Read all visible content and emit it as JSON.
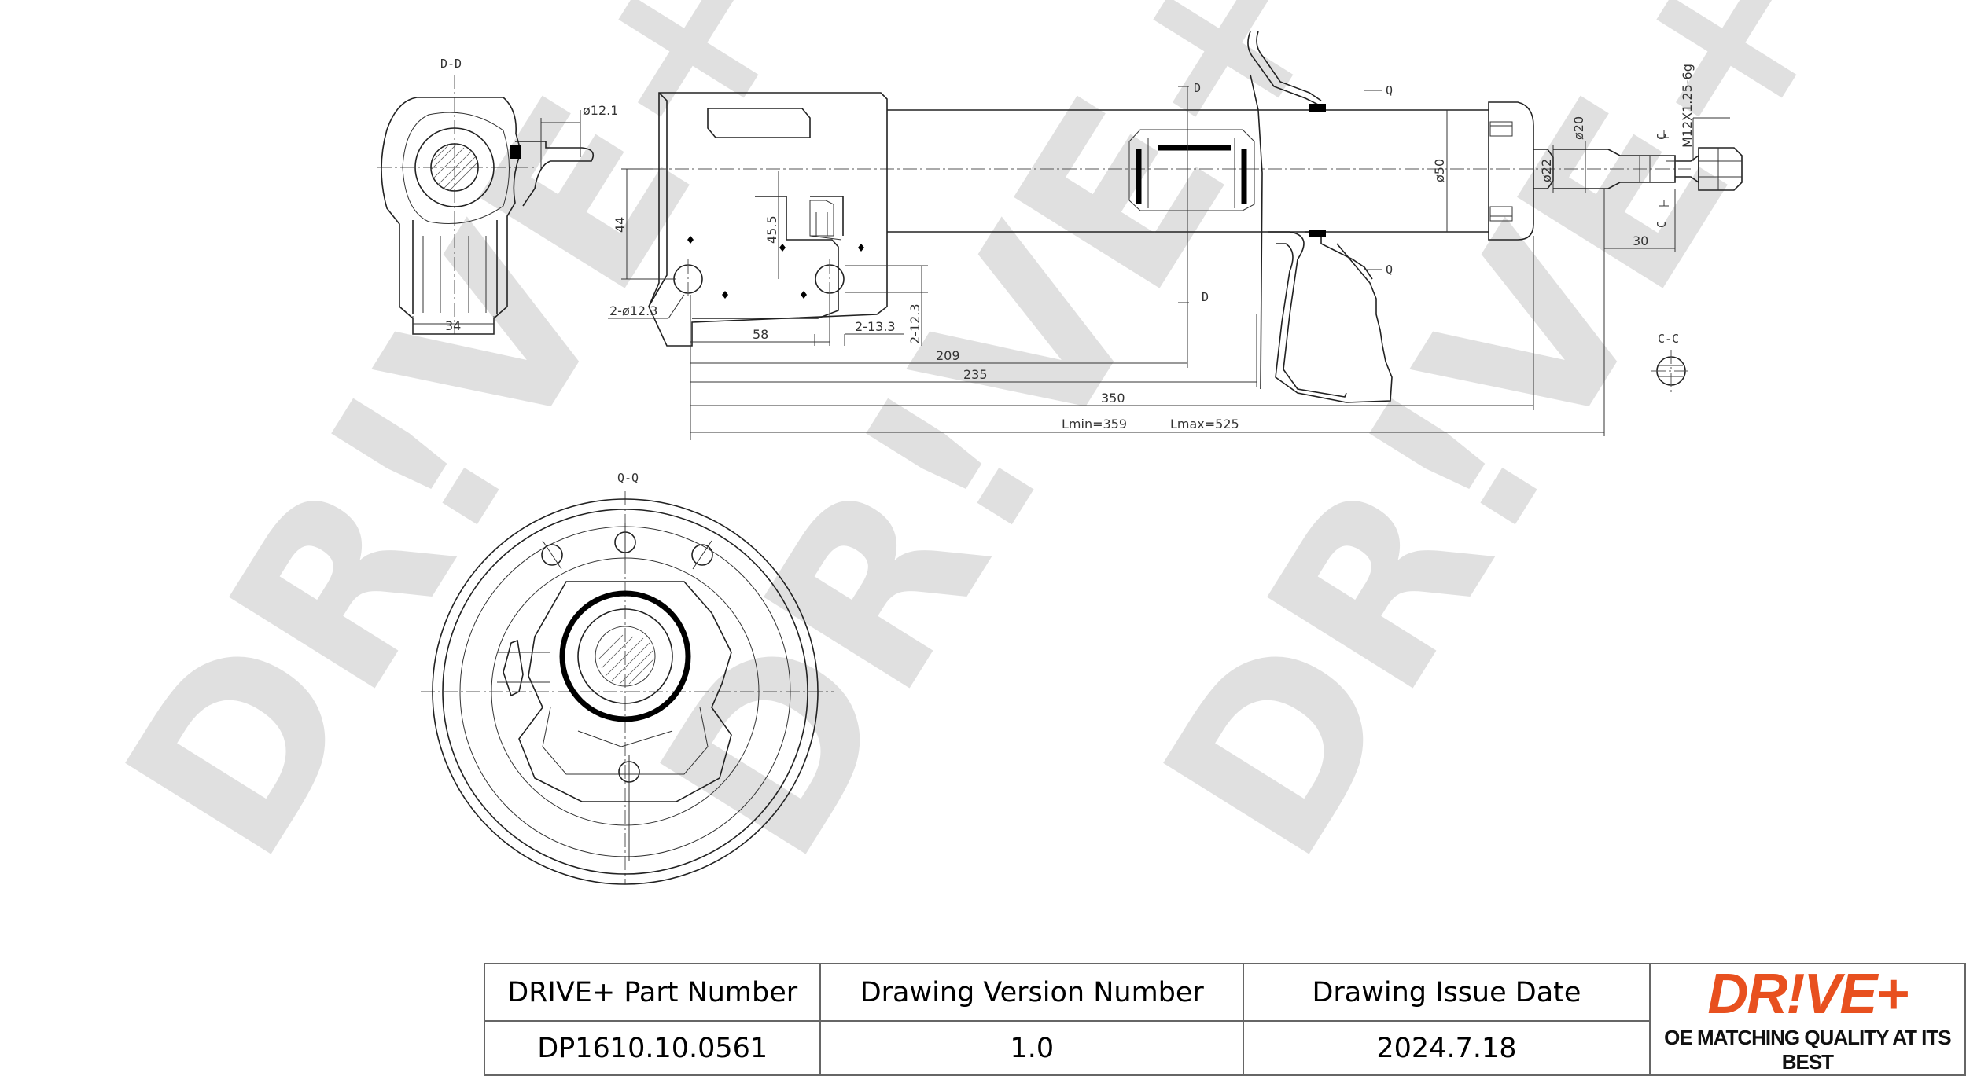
{
  "watermark": "DR!VE+",
  "section_labels": {
    "dd": "D-D",
    "qq": "Q-Q",
    "cc": "C-C",
    "d_top": "D",
    "d_bottom": "D",
    "q_top": "Q",
    "q_bottom": "Q",
    "c_top": "C",
    "c_bottom": "C"
  },
  "dimensions": {
    "dia_12_1": "ø12.1",
    "h44": "44",
    "w34": "34",
    "two_dia_12_3": "2-ø12.3",
    "d45_5": "45.5",
    "d58": "58",
    "d2_13_3": "2-13.3",
    "d2_12_3": "2-12.3",
    "d209": "209",
    "d235": "235",
    "d350": "350",
    "lmin": "Lmin=359",
    "lmax": "Lmax=525",
    "dia_50": "ø50",
    "dia_22": "ø22",
    "dia_20": "ø20",
    "thread": "M12X1.25-6g",
    "d30": "30"
  },
  "title_block": {
    "part_number_header": "DRIVE+ Part Number",
    "version_header": "Drawing Version Number",
    "issue_date_header": "Drawing Issue Date",
    "part_number": "DP1610.10.0561",
    "version": "1.0",
    "issue_date": "2024.7.18"
  },
  "logo": {
    "wordmark": "DR!VE+",
    "tagline": "OE MATCHING QUALITY AT ITS BEST",
    "brand_color": "#e8501f"
  }
}
